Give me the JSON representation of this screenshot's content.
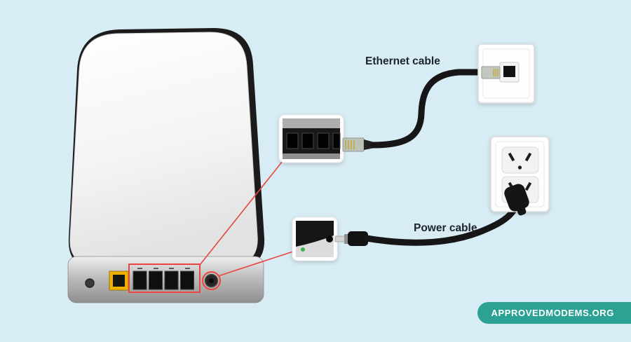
{
  "page": {
    "background": "#d8ecf5"
  },
  "labels": {
    "ethernet_cable": "Ethernet cable",
    "power_cable": "Power cable"
  },
  "badge": {
    "text": "APPROVEDMODEMS.ORG",
    "background": "#2ba293",
    "text_color": "#ffffff"
  },
  "colors": {
    "annotation_red": "#e8463e",
    "cable": "#161616",
    "wan_port_yellow": "#efb000",
    "led_green": "#41b14b",
    "router_body": "#f2f2f2"
  },
  "icons": {
    "router": "mesh-router-rear-view",
    "ethernet_callout": "zoomed-ethernet-ports",
    "power_callout": "zoomed-power-port",
    "wall_jack": "wall-ethernet-jack",
    "wall_outlet": "wall-power-outlet"
  }
}
